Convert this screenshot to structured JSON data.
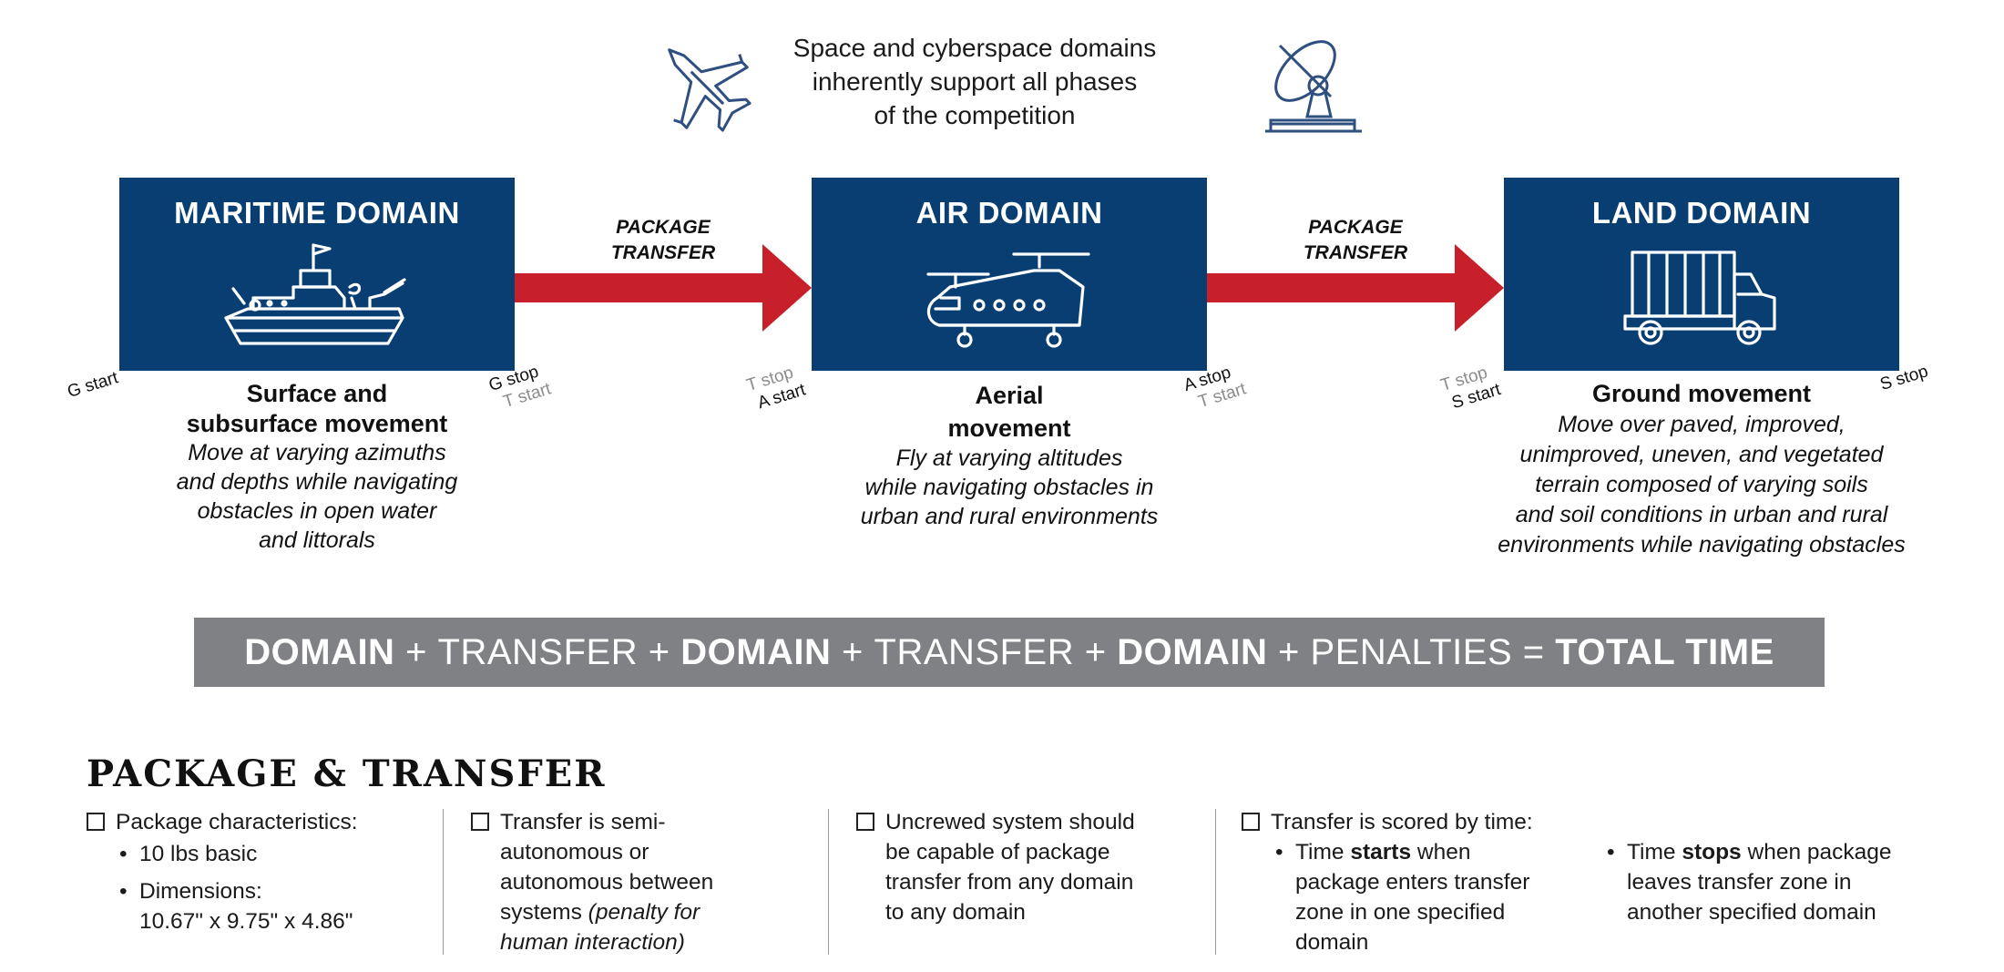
{
  "top_note": "Space and cyberspace domains\ninherently support all phases\nof the competition",
  "domains": [
    {
      "title": "MARITIME DOMAIN",
      "icon": "ship-icon",
      "movement_title": "Surface and\nsubsurface movement",
      "movement_desc": "Move at varying azimuths\nand depths while navigating\nobstacles in open water\nand littorals"
    },
    {
      "title": "AIR DOMAIN",
      "icon": "helicopter-icon",
      "movement_title": "Aerial\nmovement",
      "movement_desc": "Fly at varying altitudes\nwhile navigating obstacles in\nurban and rural environments"
    },
    {
      "title": "LAND DOMAIN",
      "icon": "truck-icon",
      "movement_title": "Ground movement",
      "movement_desc": "Move over paved, improved,\nunimproved, uneven, and vegetated\nterrain composed of varying soils\nand soil conditions in urban and rural\nenvironments while navigating obstacles"
    }
  ],
  "transfer_label": "PACKAGE\nTRANSFER",
  "markers": {
    "g_start": "G start",
    "g_stop": "G stop",
    "t_start_1": "T start",
    "t_stop_1": "T stop",
    "a_start": "A start",
    "a_stop": "A stop",
    "t_start_2": "T start",
    "t_stop_2": "T stop",
    "s_start": "S start",
    "s_stop": "S stop"
  },
  "formula": {
    "domain": "DOMAIN",
    "plus": " + ",
    "transfer": "TRANSFER",
    "penalties": "PENALTIES",
    "equals": " = ",
    "total": "TOTAL TIME"
  },
  "section_title": "PACKAGE & TRANSFER",
  "columns": {
    "c1": {
      "checkbox": "Package characteristics:",
      "bullet1": "10 lbs basic",
      "bullet2a": "Dimensions:",
      "bullet2b": "10.67\" x 9.75\" x 4.86\""
    },
    "c2": {
      "l1": "Transfer is semi-",
      "l2": "autonomous or",
      "l3": "autonomous between",
      "l4a": "systems ",
      "l4b": "(penalty for",
      "l5": "human interaction)"
    },
    "c3": {
      "l1": "Uncrewed system should",
      "l2": "be capable of package",
      "l3": "transfer from any domain",
      "l4": "to any domain"
    },
    "c4": {
      "checkbox": "Transfer is scored by time:",
      "b1a": "Time ",
      "b1b": "starts",
      "b1c": " when",
      "b1l2": "package enters transfer",
      "b1l3": "zone in one specified",
      "b1l4": "domain",
      "b2a": "Time ",
      "b2b": "stops",
      "b2c": " when package",
      "b2l2": "leaves transfer zone in",
      "b2l3": "another specified domain"
    }
  },
  "colors": {
    "navy": "#083e72",
    "red": "#c8202a",
    "grey": "#7f8185",
    "icon_blue": "#2e4f80"
  }
}
